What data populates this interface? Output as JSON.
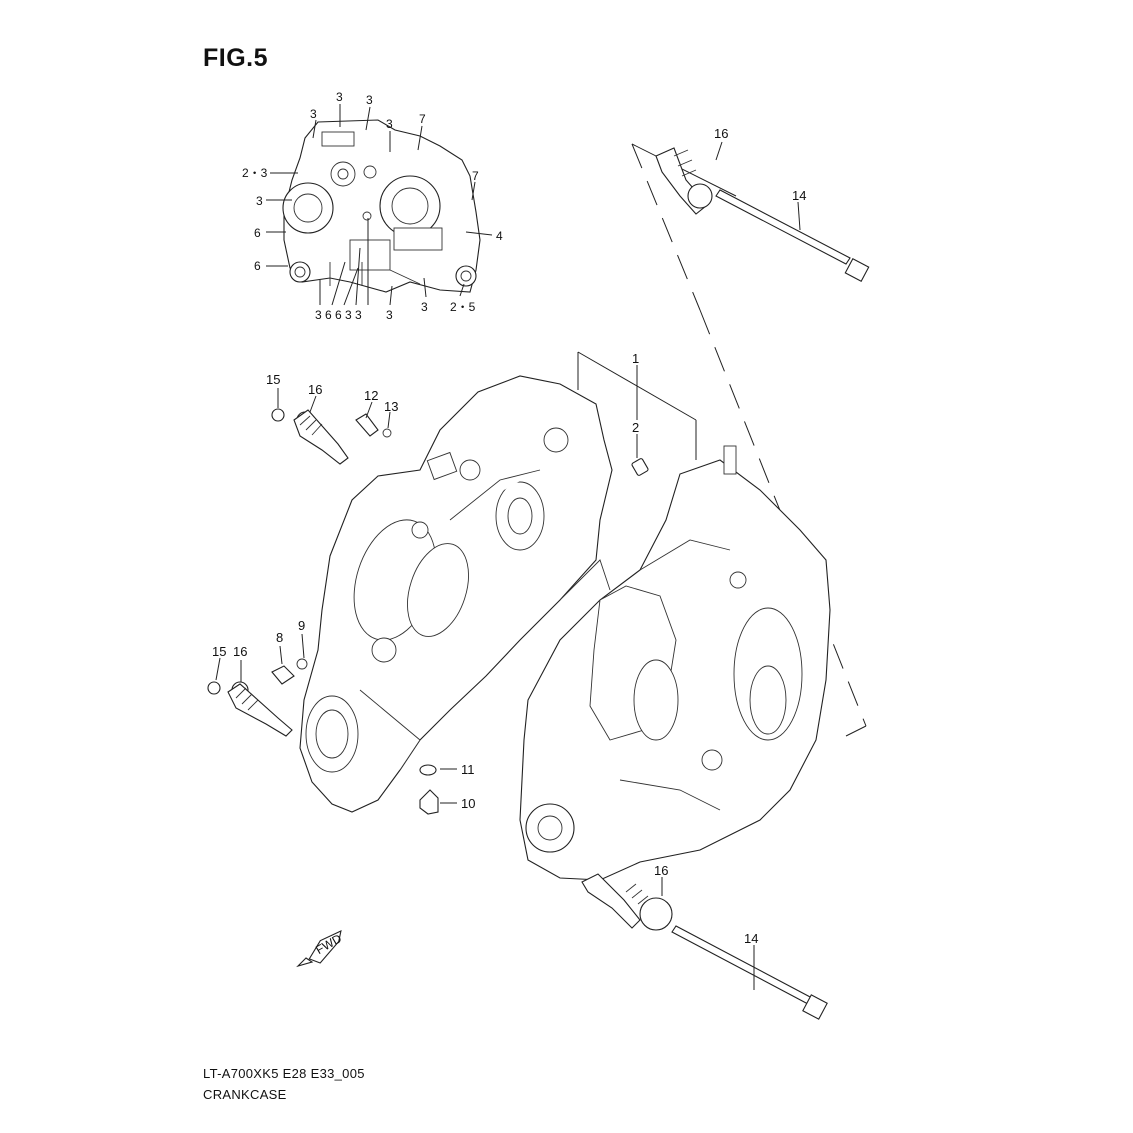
{
  "figure": {
    "title": "FIG.5"
  },
  "callouts": {
    "inset": {
      "c3_top": "3",
      "c3_top_right": "3",
      "c3_top_left": "3",
      "c3_upper": "3",
      "c7_upper": "7",
      "c2_3": "2・3",
      "c7_right": "7",
      "c3_left": "3",
      "c4": "4",
      "c6_left_upper": "6",
      "c6_left_lower": "6",
      "bottom_row": "3 6 6 3 3",
      "c3_bottom_mid": "3",
      "c3_bottom_right": "3",
      "c2_5": "2・5"
    },
    "main": {
      "c1": "1",
      "c2": "2",
      "c15_upper": "15",
      "c16_upper": "16",
      "c12": "12",
      "c13": "13",
      "c16_top": "16",
      "c14_top": "14",
      "c8": "8",
      "c9": "9",
      "c15_lower": "15",
      "c16_lower": "16",
      "c11": "11",
      "c10": "10",
      "c16_bottom": "16",
      "c14_bottom": "14"
    }
  },
  "fwd_label": "FWD",
  "footer": {
    "code": "LT-A700XK5 E28 E33_005",
    "name": "CRANKCASE"
  }
}
